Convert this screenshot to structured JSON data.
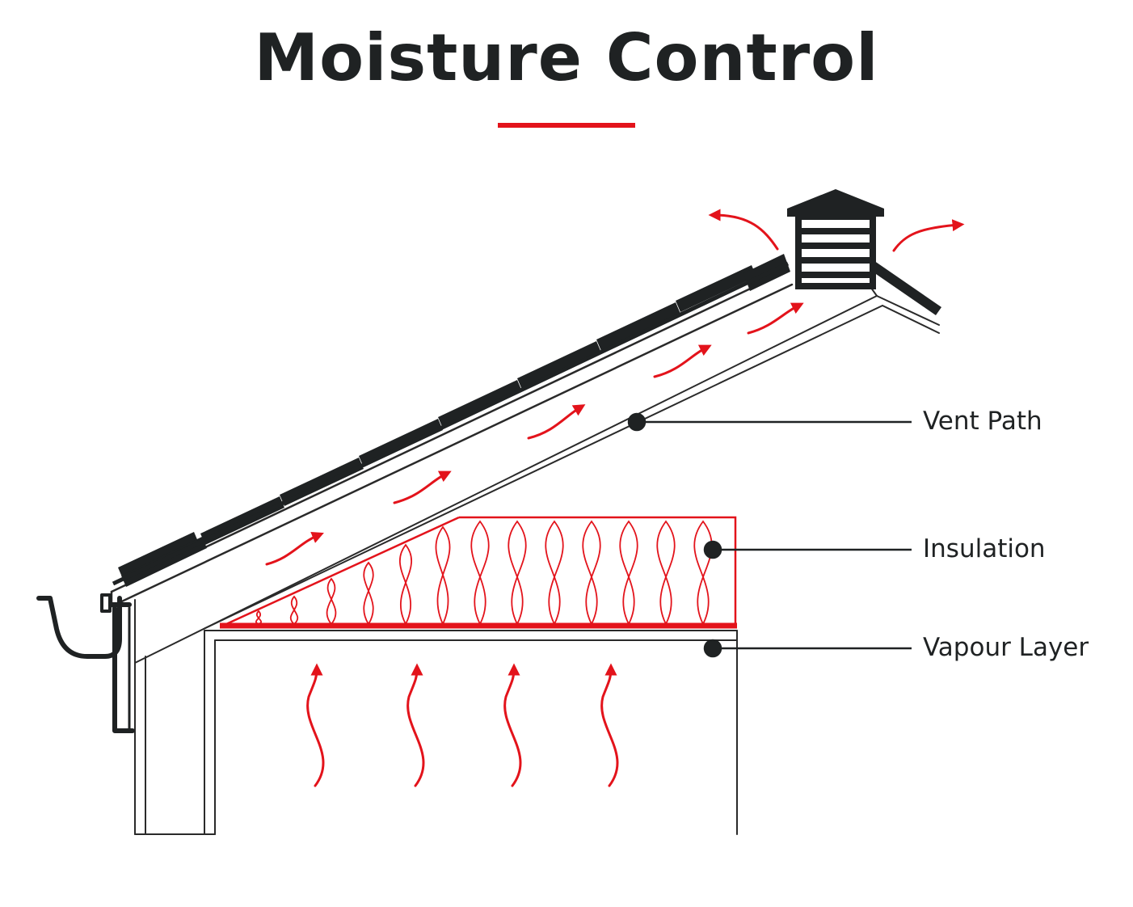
{
  "title": "Moisture Control",
  "colors": {
    "accent": "#e3131b",
    "ink": "#1f2223",
    "line": "#2a2a2a"
  },
  "labels": {
    "vent_path": "Vent Path",
    "insulation": "Insulation",
    "vapour_layer": "Vapour Layer"
  },
  "icons": [
    "roof-vent-icon",
    "gutter-icon",
    "airflow-arrow-icon",
    "moisture-arrow-icon"
  ]
}
